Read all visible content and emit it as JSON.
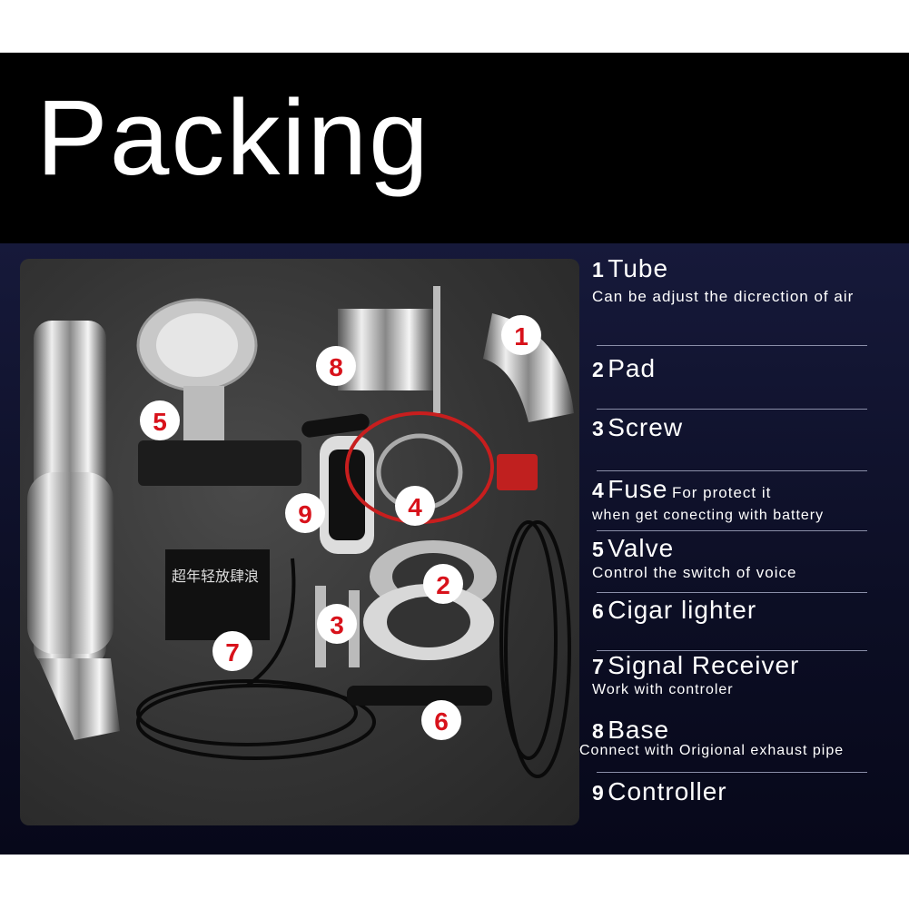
{
  "title": "Packing",
  "items": [
    {
      "num": "1",
      "name": "Tube",
      "desc": "Can be adjust the dicrection of air"
    },
    {
      "num": "2",
      "name": "Pad",
      "desc": ""
    },
    {
      "num": "3",
      "name": "Screw",
      "desc": ""
    },
    {
      "num": "4",
      "name": "Fuse",
      "desc_inline": "For protect it",
      "desc": "when get conecting with battery"
    },
    {
      "num": "5",
      "name": "Valve",
      "desc": "Control the switch of voice"
    },
    {
      "num": "6",
      "name": "Cigar lighter",
      "desc": ""
    },
    {
      "num": "7",
      "name": "Signal Receiver",
      "desc": "Work with controler"
    },
    {
      "num": "8",
      "name": "Base",
      "desc": "Connect with Origional exhaust pipe"
    },
    {
      "num": "9",
      "name": "Controller",
      "desc": ""
    }
  ],
  "photo": {
    "badges": [
      "1",
      "2",
      "3",
      "4",
      "5",
      "6",
      "7",
      "8",
      "9"
    ],
    "receiver_label": "超年轻放肆浪",
    "badge_color": "#d8121b"
  }
}
